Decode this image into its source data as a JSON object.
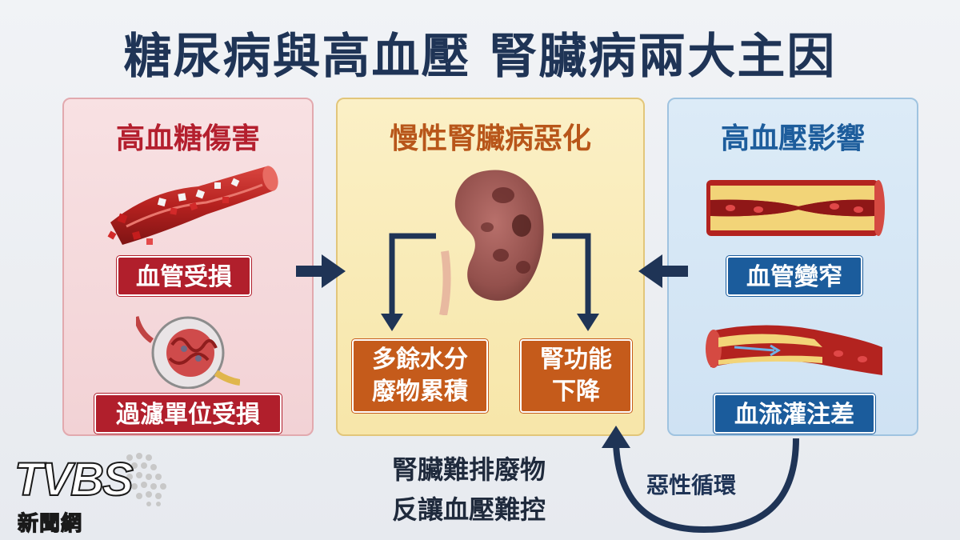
{
  "title": "糖尿病與高血壓 腎臟病兩大主因",
  "left_panel": {
    "title": "高血糖傷害",
    "label1": "血管受損",
    "label2": "過濾單位受損"
  },
  "center_panel": {
    "title": "慢性腎臟病惡化",
    "box_left": [
      "多餘水分",
      "廢物累積"
    ],
    "box_right": [
      "腎功能",
      "下降"
    ]
  },
  "right_panel": {
    "title": "高血壓影響",
    "label1": "血管變窄",
    "label2": "血流灌注差"
  },
  "footer": {
    "line1": "腎臟難排廢物",
    "line2": "反讓血壓難控",
    "cycle": "惡性循環"
  },
  "logo": {
    "main": "TVBS",
    "sub": "新聞網"
  },
  "colors": {
    "title": "#1f3456",
    "red": "#b11f2c",
    "orange": "#c55b1b",
    "blue": "#1b5c9c",
    "arrow": "#1f3456"
  }
}
